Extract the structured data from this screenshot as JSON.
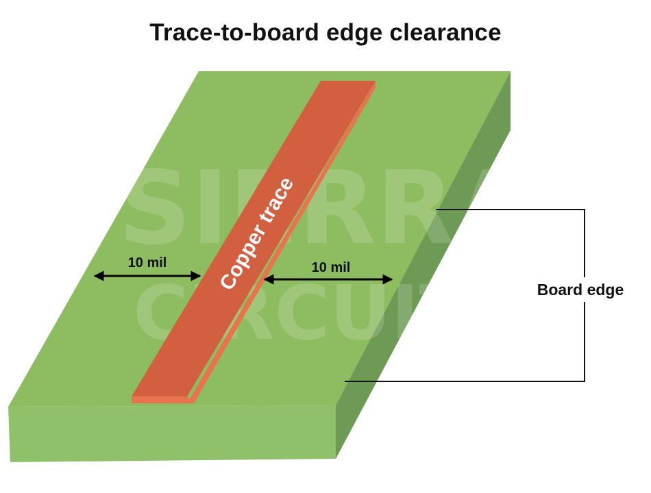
{
  "title": "Trace-to-board edge clearance",
  "watermark": {
    "line1": "SIERRA",
    "line2": "CIRCUITS"
  },
  "labels": {
    "trace": "Copper trace",
    "clearance_left": "10 mil",
    "clearance_right": "10 mil",
    "board_edge": "Board edge"
  },
  "colors": {
    "board_top": "#8ebc60",
    "board_front": "#8fc06a",
    "board_side": "#6d9a54",
    "trace_top": "#d25f40",
    "trace_edge": "#e8744e"
  }
}
